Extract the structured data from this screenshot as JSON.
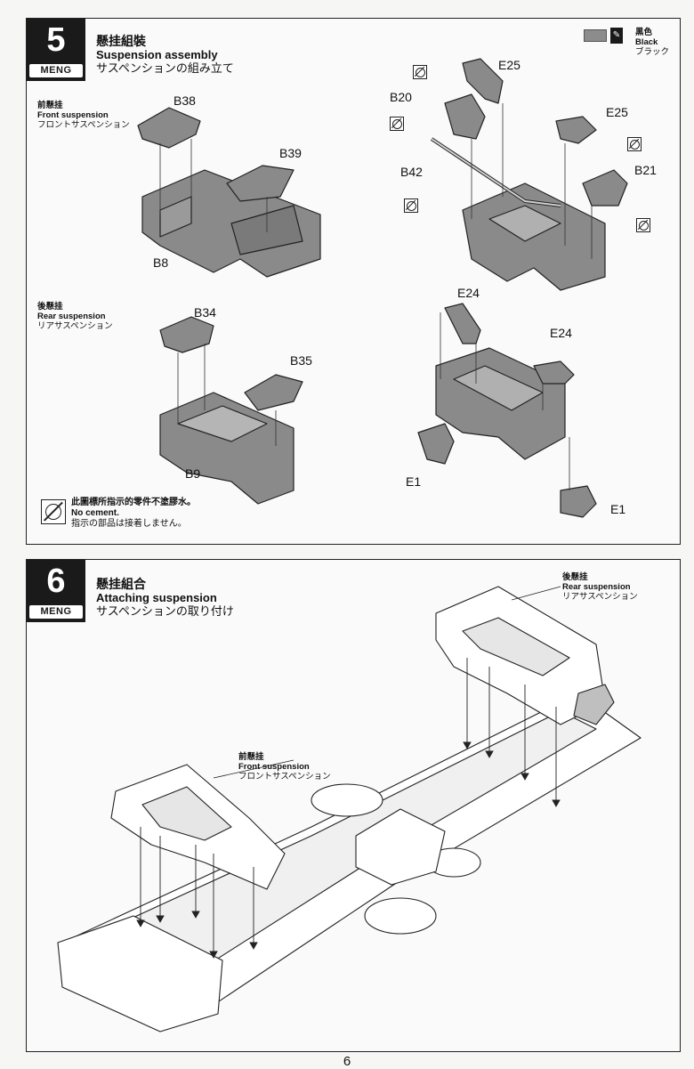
{
  "step5": {
    "number": "5",
    "brand": "MENG",
    "title_zh": "懸挂組裝",
    "title_en": "Suspension assembly",
    "title_ja": "サスペンションの組み立て",
    "color_legend": {
      "zh": "黑色",
      "en": "Black",
      "ja": "ブラック",
      "color": "#8c8c8c"
    },
    "front": {
      "zh": "前懸挂",
      "en": "Front suspension",
      "ja": "フロントサスペンション"
    },
    "rear": {
      "zh": "後懸挂",
      "en": "Rear suspension",
      "ja": "リアサスペンション"
    },
    "parts": {
      "b38": "B38",
      "b39": "B39",
      "b8": "B8",
      "b34": "B34",
      "b35": "B35",
      "b9": "B9",
      "e25a": "E25",
      "e25b": "E25",
      "b20": "B20",
      "b42": "B42",
      "b21": "B21",
      "e24a": "E24",
      "e24b": "E24",
      "e1a": "E1",
      "e1b": "E1"
    },
    "no_cement": {
      "zh": "此圖標所指示的零件不塗膠水。",
      "en": "No cement.",
      "ja": "指示の部品は接着しません。"
    }
  },
  "step6": {
    "number": "6",
    "brand": "MENG",
    "title_zh": "懸挂組合",
    "title_en": "Attaching suspension",
    "title_ja": "サスペンションの取り付け",
    "rear": {
      "zh": "後懸挂",
      "en": "Rear suspension",
      "ja": "リアサスペンション"
    },
    "front": {
      "zh": "前懸挂",
      "en": "Front suspension",
      "ja": "フロントサスペンション"
    }
  },
  "page_number": "6"
}
